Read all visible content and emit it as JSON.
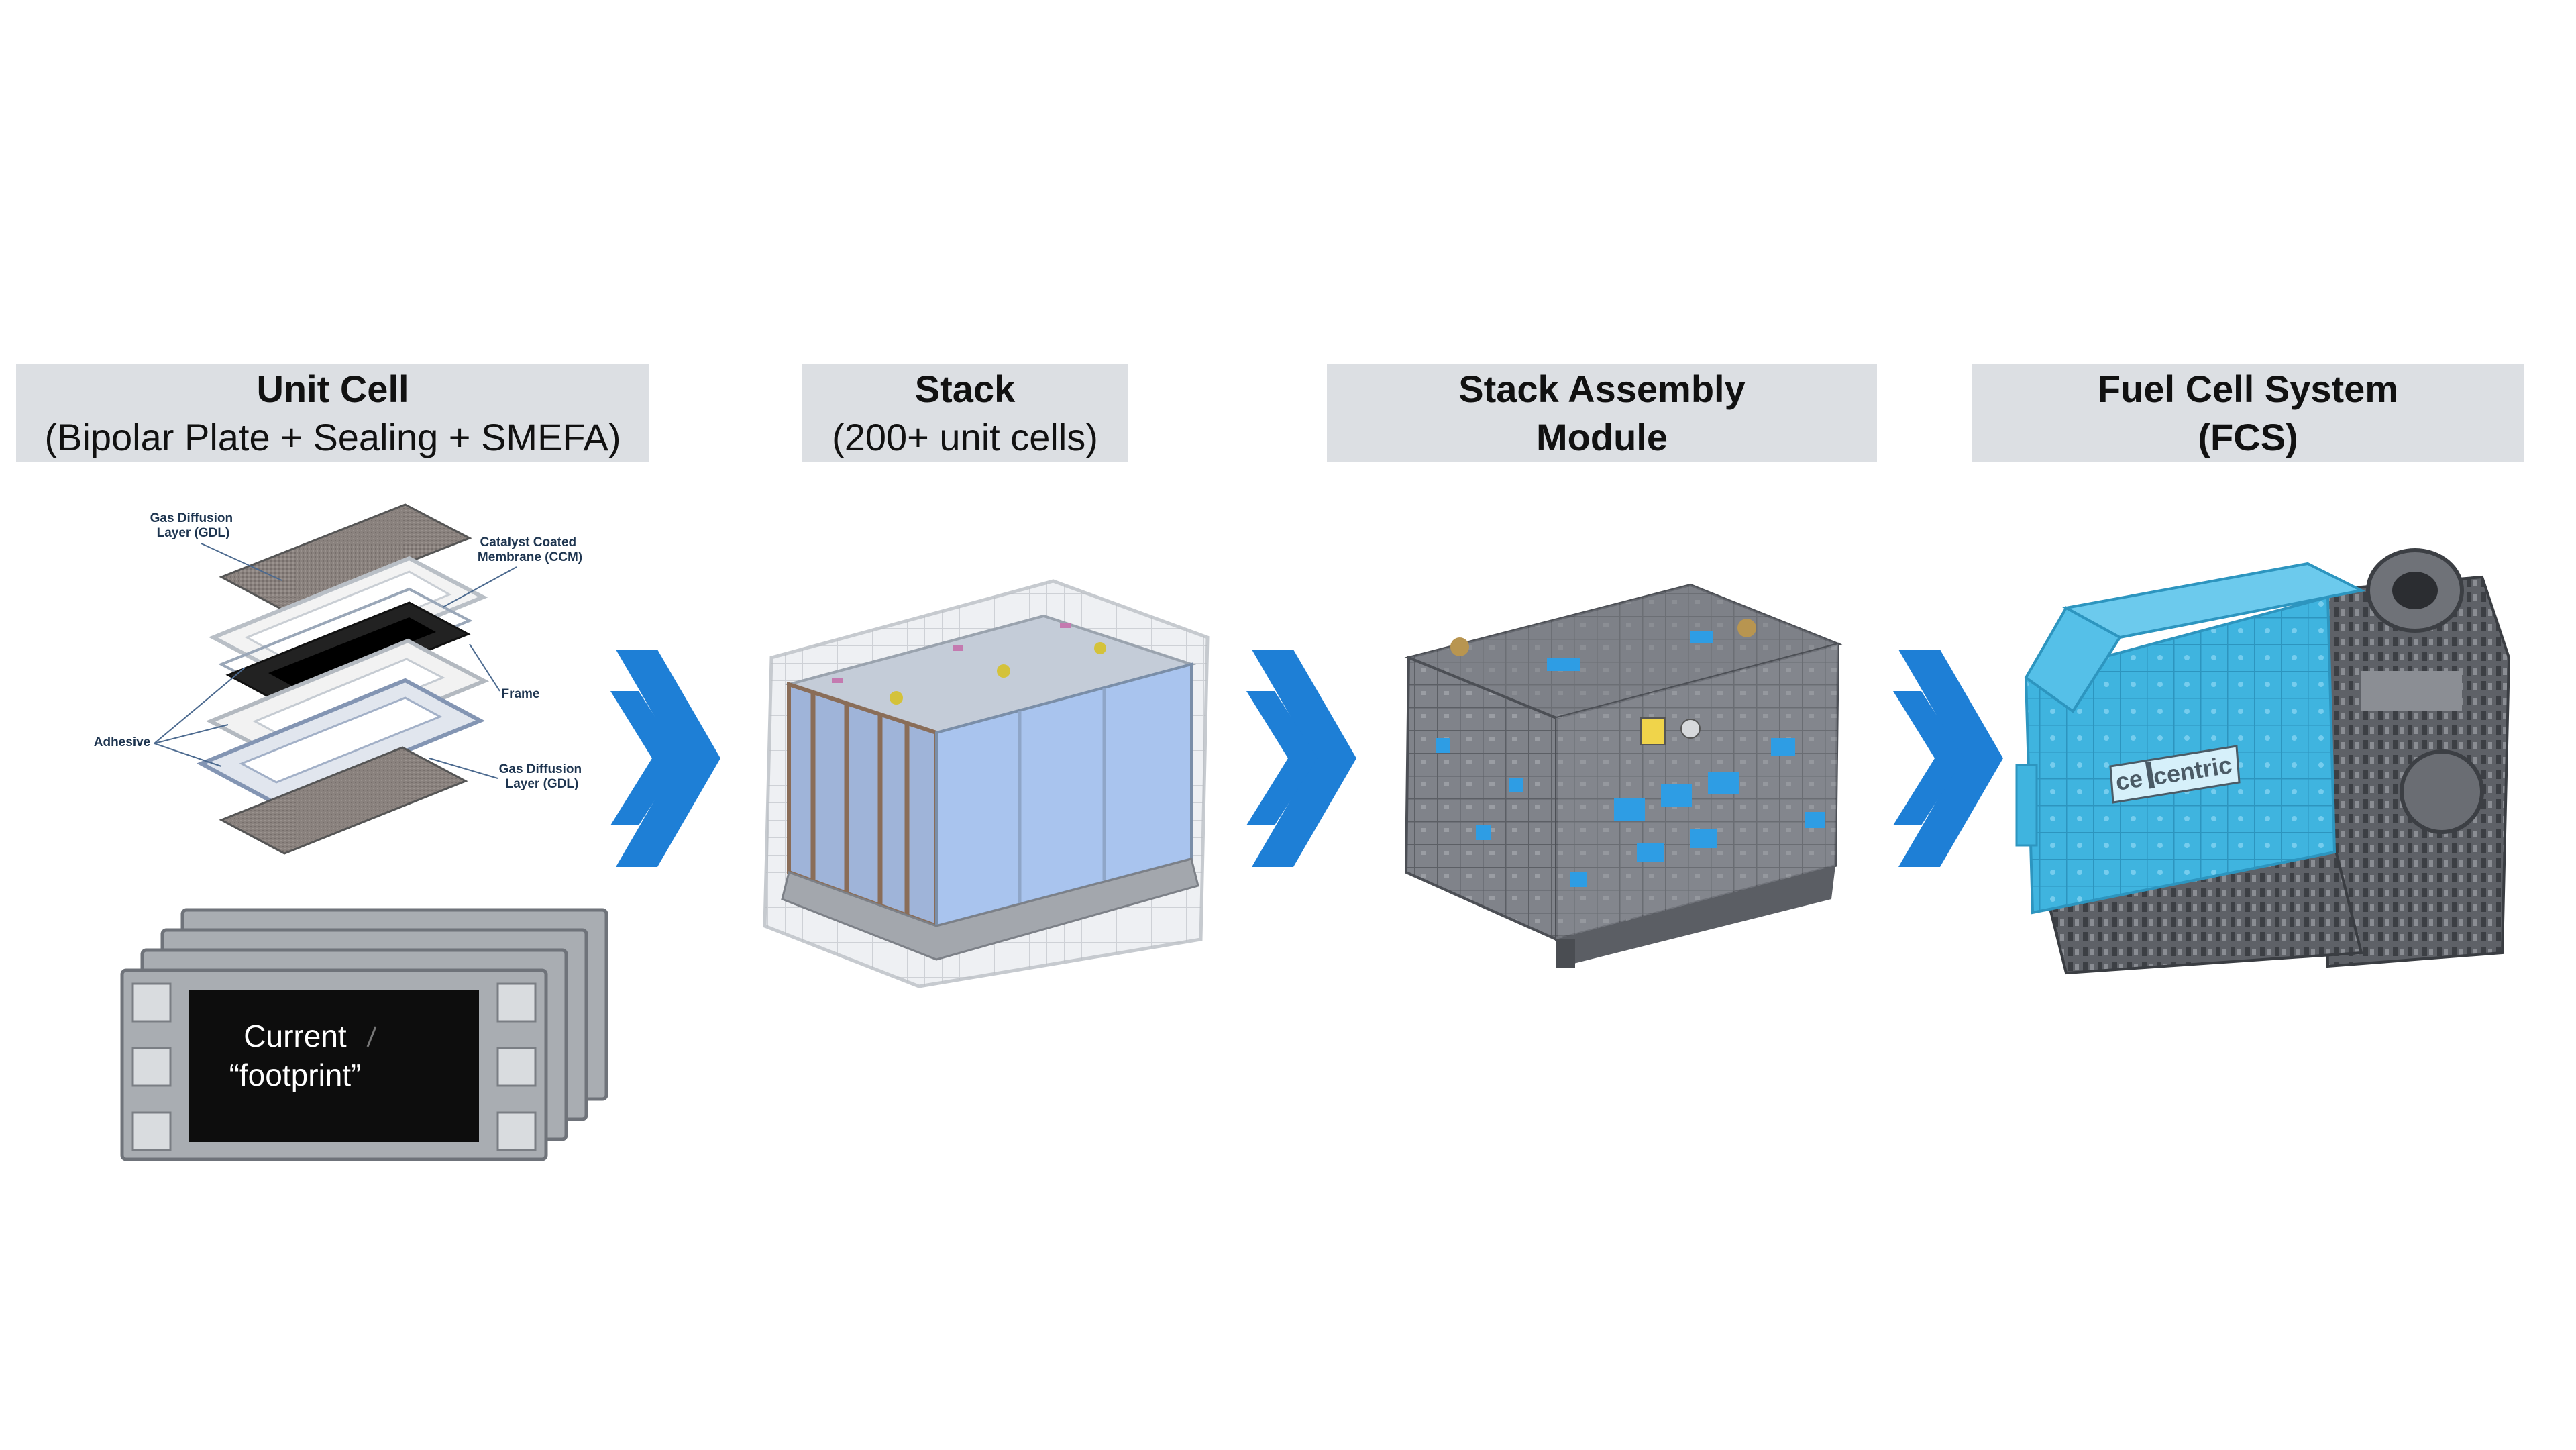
{
  "stages": [
    {
      "title": "Unit Cell",
      "subtitle": "(Bipolar Plate + Sealing + SMEFA)"
    },
    {
      "title": "Stack",
      "subtitle": "(200+ unit cells)"
    },
    {
      "title": "Stack Assembly",
      "subtitle": "Module"
    },
    {
      "title": "Fuel Cell System",
      "subtitle": "(FCS)"
    }
  ],
  "unit_cell_labels": {
    "gdl_top": [
      "Gas Diffusion",
      "Layer (GDL)"
    ],
    "ccm": [
      "Catalyst Coated",
      "Membrane (CCM)"
    ],
    "frame": "Frame",
    "adhesive": "Adhesive",
    "gdl_bottom": [
      "Gas Diffusion",
      "Layer (GDL)"
    ]
  },
  "footprint": {
    "line1": "Current",
    "line2": "“footprint”"
  },
  "brand": {
    "left": "ce",
    "right": "centric"
  },
  "colors": {
    "arrow": "#1e7fd6",
    "header_bg": "#dcdfe3",
    "stack_blue": "#a9c4ee",
    "module_gray": "#7c7f85",
    "module_blue": "#2e9de4",
    "fcs_cyan": "#3fb4df",
    "label_text": "#1e3550"
  }
}
